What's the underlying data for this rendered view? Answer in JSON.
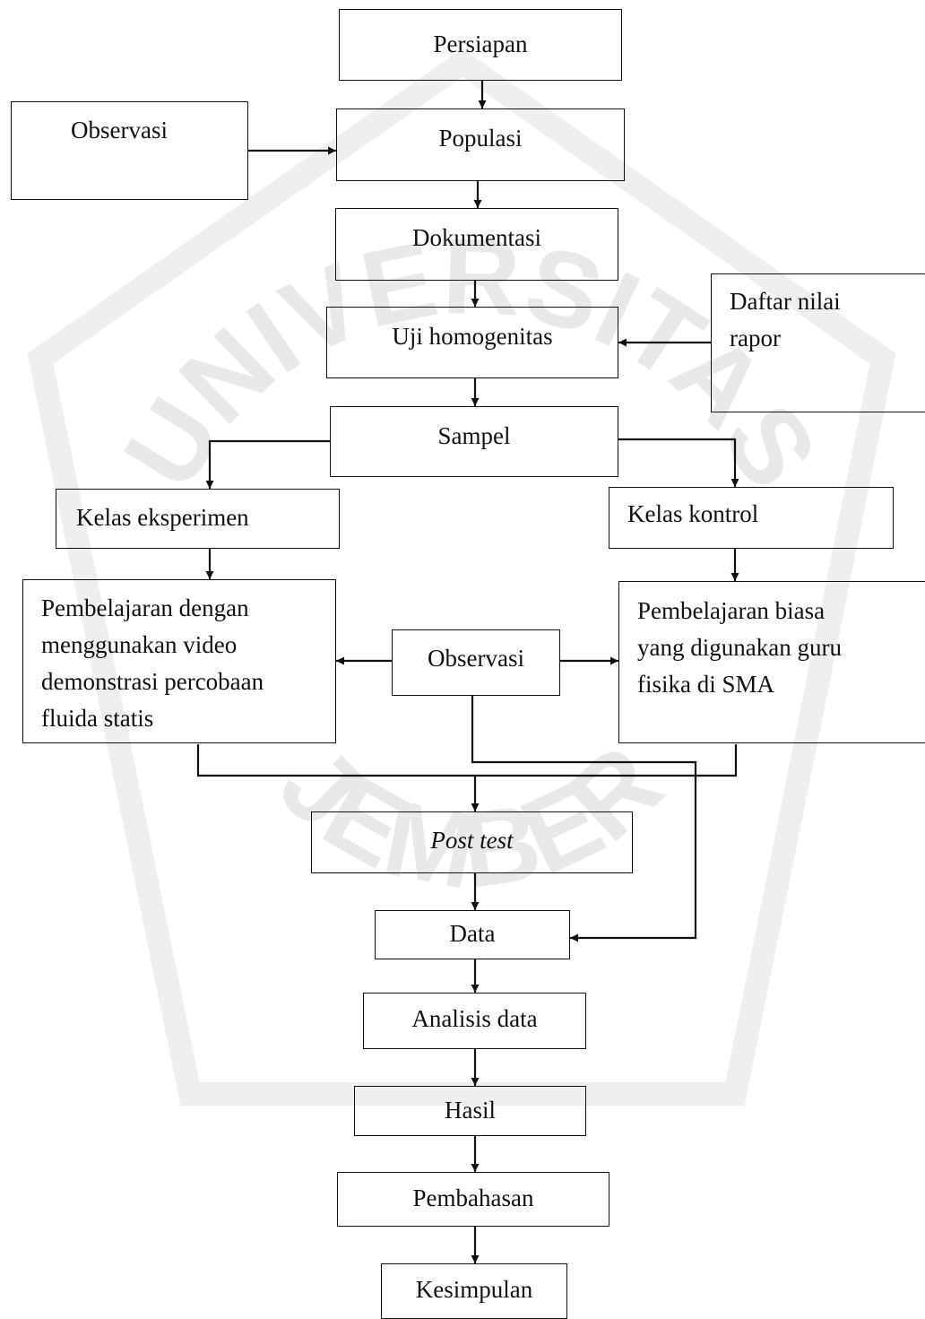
{
  "watermark": {
    "top_text": "UNIVERSITAS",
    "bottom_text": "JEMBER",
    "color": "#e9e9ec"
  },
  "nodes": {
    "persiapan": "Persiapan",
    "observasi_top": "Observasi",
    "populasi": "Populasi",
    "dokumentasi": "Dokumentasi",
    "daftar_nilai": "Daftar nilai\nrapor",
    "uji_homogenitas": "Uji homogenitas",
    "sampel": "Sampel",
    "kelas_eksperimen": "Kelas eksperimen",
    "kelas_kontrol": "Kelas kontrol",
    "pembelajaran_video": "Pembelajaran dengan\nmenggunakan video\ndemonstrasi percobaan\nfluida statis",
    "observasi_mid": "Observasi",
    "pembelajaran_biasa": "Pembelajaran biasa\nyang digunakan guru\nfisika di SMA",
    "post_test": "Post test",
    "data": "Data",
    "analisis_data": "Analisis data",
    "hasil": "Hasil",
    "pembahasan": "Pembahasan",
    "kesimpulan": "Kesimpulan"
  }
}
